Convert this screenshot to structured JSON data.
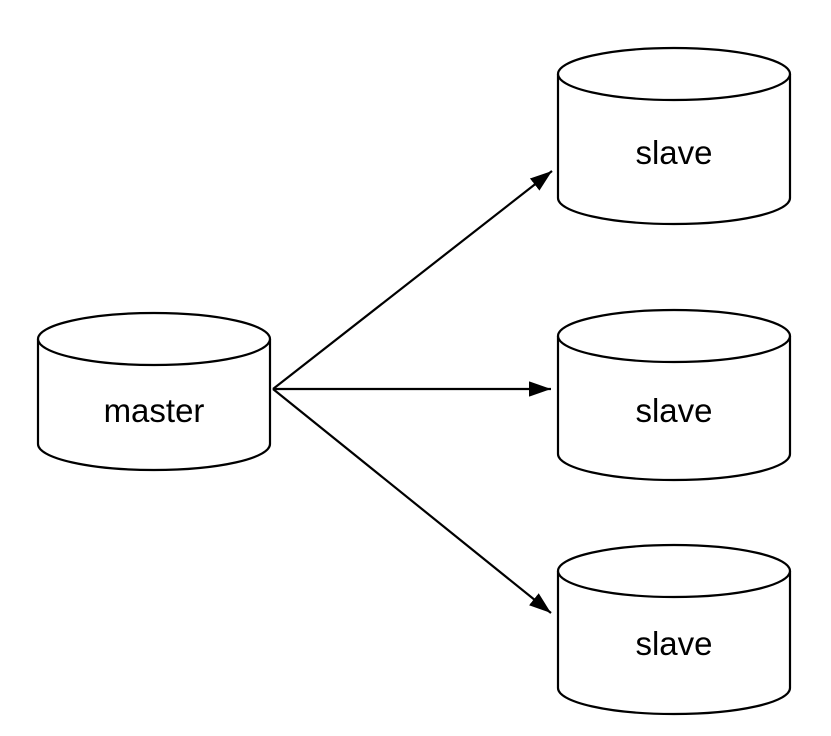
{
  "page": {
    "background": "#ffffff"
  },
  "diagram": {
    "type": "database-replication",
    "colors": {
      "node_fill": "#ffffff",
      "node_stroke": "#000000",
      "edge_color": "#000000",
      "label_color": "#000000"
    },
    "nodes": [
      {
        "id": "master",
        "label": "master",
        "shape": "cylinder"
      },
      {
        "id": "slave-1",
        "label": "slave",
        "shape": "cylinder"
      },
      {
        "id": "slave-2",
        "label": "slave",
        "shape": "cylinder"
      },
      {
        "id": "slave-3",
        "label": "slave",
        "shape": "cylinder"
      }
    ],
    "edges": [
      {
        "from": "master",
        "to": "slave-1",
        "arrow": "end"
      },
      {
        "from": "master",
        "to": "slave-2",
        "arrow": "end"
      },
      {
        "from": "master",
        "to": "slave-3",
        "arrow": "end"
      }
    ]
  }
}
